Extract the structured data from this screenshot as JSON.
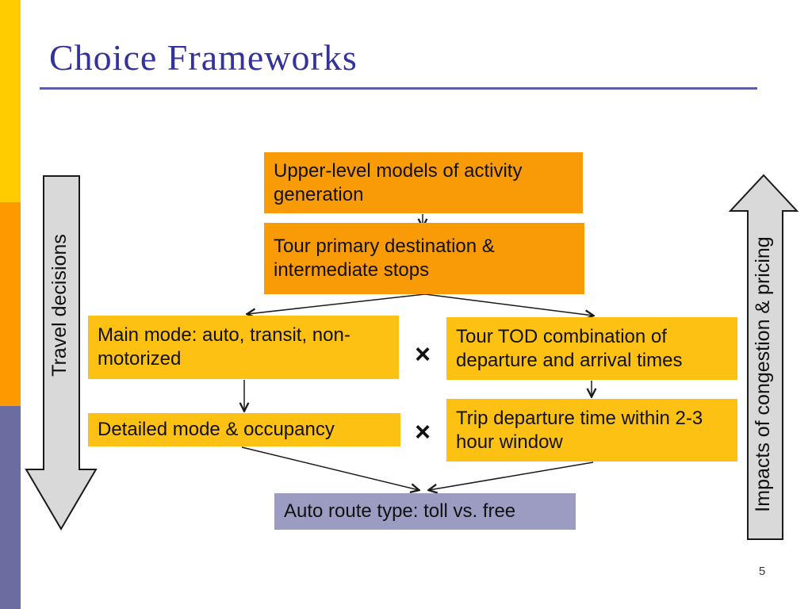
{
  "slide": {
    "title": "Choice Frameworks",
    "page_number": "5"
  },
  "diagram": {
    "boxes": [
      {
        "id": "upper-level-models",
        "label": "Upper-level models of activity generation",
        "color": "#F99B06"
      },
      {
        "id": "tour-primary-destination",
        "label": "Tour primary destination & intermediate stops",
        "color": "#F99B06"
      },
      {
        "id": "main-mode",
        "label": "Main mode: auto, transit, non-motorized",
        "color": "#FDC113"
      },
      {
        "id": "tour-tod",
        "label": "Tour TOD combination of departure and arrival times",
        "color": "#FDC113"
      },
      {
        "id": "detailed-mode",
        "label": "Detailed  mode & occupancy",
        "color": "#FDC113"
      },
      {
        "id": "trip-departure",
        "label": "Trip departure time within 2-3 hour window",
        "color": "#FDC113"
      },
      {
        "id": "auto-route-type",
        "label": "Auto route type: toll vs. free",
        "color": "#9C9CC2"
      }
    ],
    "operators": {
      "multiply_1": "×",
      "multiply_2": "×"
    },
    "side_arrows": {
      "left": {
        "label": "Travel decisions",
        "direction": "down"
      },
      "right": {
        "label": "Impacts of congestion & pricing",
        "direction": "up"
      }
    }
  },
  "colors": {
    "title_text": "#33339B",
    "title_rule": "#5E5EA8",
    "bar_yellow": "#FFCC00",
    "bar_orange": "#FF9900",
    "bar_purple": "#6B6CA0",
    "box_orange": "#F99B06",
    "box_gold": "#FDC113",
    "box_lavender": "#9C9CC2",
    "big_arrow_fill": "#D9D9D9",
    "big_arrow_stroke": "#1a1a1a"
  }
}
